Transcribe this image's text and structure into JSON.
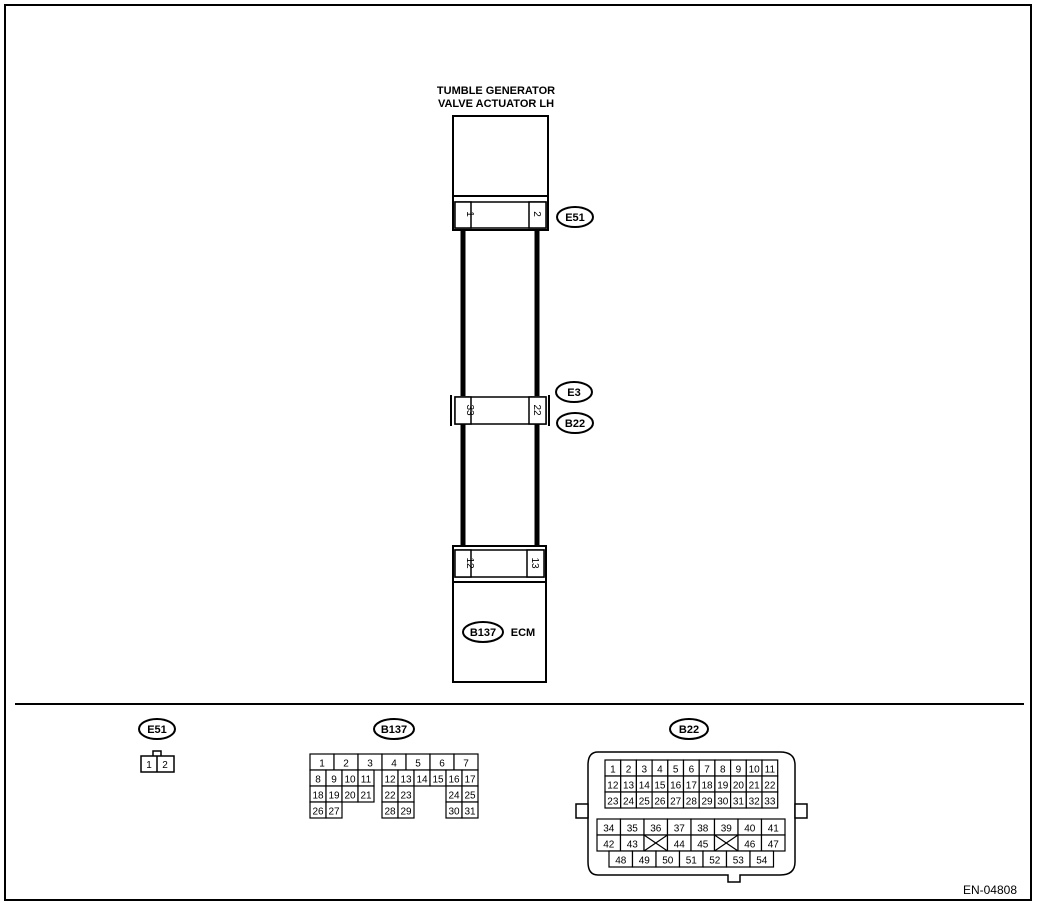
{
  "title_line1": "TUMBLE GENERATOR",
  "title_line2": "VALVE ACTUATOR LH",
  "actuator_connector": {
    "id": "E51",
    "pin_left": "1",
    "pin_right": "2"
  },
  "joint_connector": {
    "id_top": "E3",
    "id_bottom": "B22",
    "pin_left": "33",
    "pin_right": "22"
  },
  "ecm_connector": {
    "id": "B137",
    "pin_left": "12",
    "pin_right": "13"
  },
  "ecm_label": "ECM",
  "figure_code": "EN-04808",
  "legend": {
    "e51": {
      "id": "E51",
      "pins": [
        "1",
        "2"
      ]
    },
    "b137": {
      "id": "B137",
      "rows": [
        [
          "1",
          "2",
          "3",
          "4",
          "5",
          "6",
          "7"
        ],
        [
          "8",
          "9",
          "10",
          "11",
          "12",
          "13",
          "14",
          "15",
          "16",
          "17"
        ],
        [
          "18",
          "19",
          "20",
          "21",
          "22",
          "23",
          "24",
          "25"
        ],
        [
          "26",
          "27",
          "28",
          "29",
          "30",
          "31"
        ]
      ]
    },
    "b22": {
      "id": "B22",
      "upper_rows": [
        [
          "1",
          "2",
          "3",
          "4",
          "5",
          "6",
          "7",
          "8",
          "9",
          "10",
          "11"
        ],
        [
          "12",
          "13",
          "14",
          "15",
          "16",
          "17",
          "18",
          "19",
          "20",
          "21",
          "22"
        ],
        [
          "23",
          "24",
          "25",
          "26",
          "27",
          "28",
          "29",
          "30",
          "31",
          "32",
          "33"
        ]
      ],
      "lower_rows": [
        [
          "34",
          "35",
          "36",
          "37",
          "38",
          "39",
          "40",
          "41"
        ],
        [
          "42",
          "43",
          "",
          "44",
          "45",
          "",
          "46",
          "47"
        ],
        [
          "48",
          "49",
          "50",
          "51",
          "52",
          "53",
          "54"
        ]
      ]
    }
  }
}
